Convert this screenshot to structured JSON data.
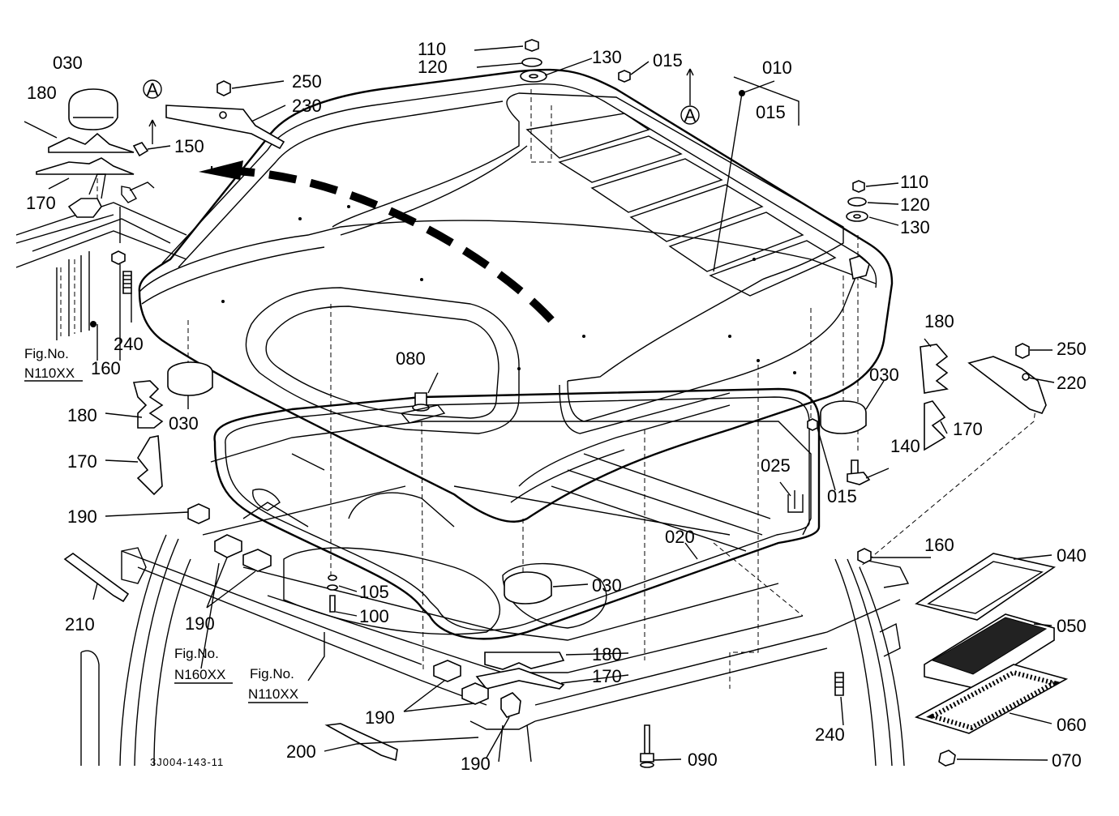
{
  "diagram_code": "3J004-143-11",
  "parts": [
    {
      "id": "010",
      "label": "010"
    },
    {
      "id": "015",
      "label": "015"
    },
    {
      "id": "020",
      "label": "020"
    },
    {
      "id": "025",
      "label": "025"
    },
    {
      "id": "030",
      "label": "030"
    },
    {
      "id": "040",
      "label": "040"
    },
    {
      "id": "050",
      "label": "050"
    },
    {
      "id": "060",
      "label": "060"
    },
    {
      "id": "070",
      "label": "070"
    },
    {
      "id": "080",
      "label": "080"
    },
    {
      "id": "090",
      "label": "090"
    },
    {
      "id": "100",
      "label": "100"
    },
    {
      "id": "105",
      "label": "105"
    },
    {
      "id": "110",
      "label": "110"
    },
    {
      "id": "120",
      "label": "120"
    },
    {
      "id": "130",
      "label": "130"
    },
    {
      "id": "140",
      "label": "140"
    },
    {
      "id": "150",
      "label": "150"
    },
    {
      "id": "160",
      "label": "160"
    },
    {
      "id": "170",
      "label": "170"
    },
    {
      "id": "180",
      "label": "180"
    },
    {
      "id": "190",
      "label": "190"
    },
    {
      "id": "200",
      "label": "200"
    },
    {
      "id": "210",
      "label": "210"
    },
    {
      "id": "220",
      "label": "220"
    },
    {
      "id": "230",
      "label": "230"
    },
    {
      "id": "240",
      "label": "240"
    },
    {
      "id": "250",
      "label": "250"
    }
  ],
  "ref_marker": "A",
  "fig_refs": {
    "fig_label": "Fig.No.",
    "n110": "N110XX",
    "n160": "N160XX"
  }
}
